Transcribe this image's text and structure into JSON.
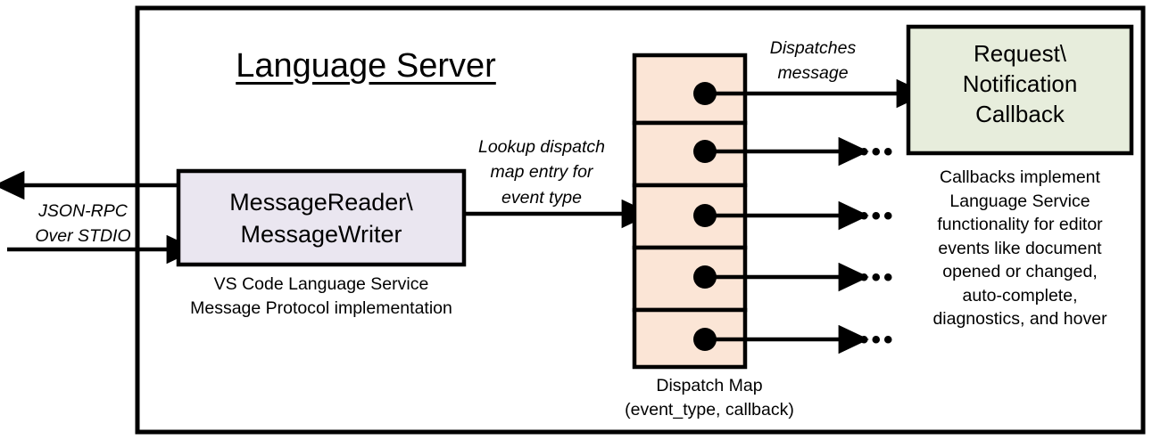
{
  "diagram": {
    "title": "Language Server",
    "colors": {
      "stroke": "#000000",
      "background": "#ffffff",
      "message_box_fill": "#EAE6F0",
      "dispatch_cell_fill": "#FBE5D6",
      "callback_box_fill": "#E7EDDC"
    },
    "outer_frame": {
      "name": "language-server-boundary"
    },
    "external_channel": {
      "label": "JSON-RPC\nOver STDIO",
      "outbound_arrow_name": "outbound-jsonrpc-arrow",
      "inbound_arrow_name": "inbound-jsonrpc-arrow"
    },
    "message_box": {
      "label": "MessageReader\\\nMessageWriter",
      "caption": "VS Code Language Service\nMessage Protocol implementation"
    },
    "lookup_edge": {
      "label": "Lookup dispatch\nmap entry for\nevent type"
    },
    "dispatch_map": {
      "caption": "Dispatch Map\n(event_type, callback)",
      "rows": [
        {
          "index": 1,
          "has_dot": true,
          "outgoing": "dispatches-message"
        },
        {
          "index": 2,
          "has_dot": true,
          "outgoing": "ellipsis"
        },
        {
          "index": 3,
          "has_dot": true,
          "outgoing": "ellipsis"
        },
        {
          "index": 4,
          "has_dot": true,
          "outgoing": "ellipsis"
        },
        {
          "index": 5,
          "has_dot": true,
          "outgoing": "ellipsis"
        }
      ],
      "ellipsis_glyph": "•••"
    },
    "dispatch_edge": {
      "label": "Dispatches\nmessage"
    },
    "callback_box": {
      "label": "Request\\\nNotification\nCallback",
      "caption": "Callbacks implement\nLanguage Service\nfunctionality for editor\nevents like document\nopened or changed,\nauto-complete,\ndiagnostics, and hover"
    }
  }
}
